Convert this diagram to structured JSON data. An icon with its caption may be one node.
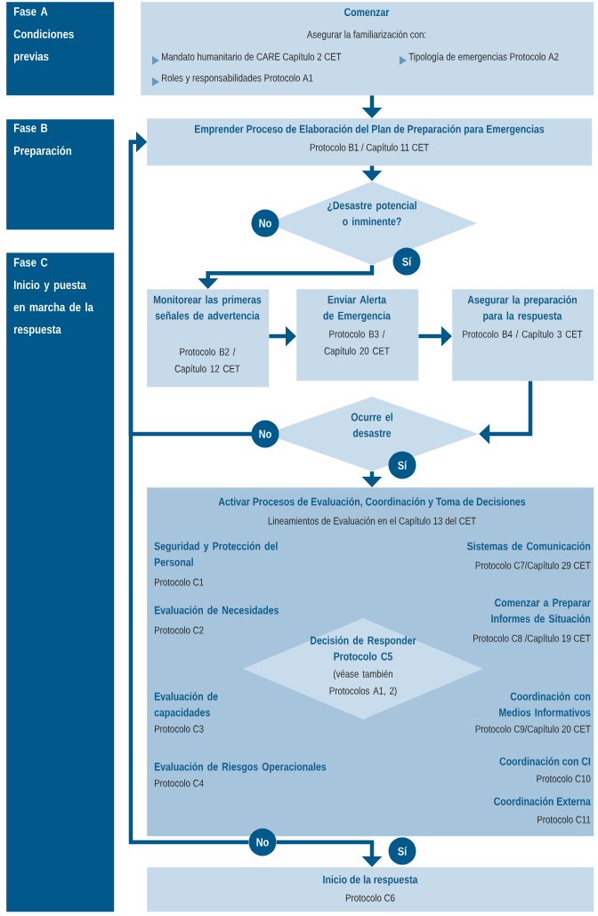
{
  "diagram": {
    "nodes": [
      {
        "text": [
          "Fase A",
          "Condiciones previas"
        ]
      },
      {
        "text": [
          "Fase B",
          "Preparación"
        ]
      },
      {
        "text": [
          "Fase C",
          "Inicio y puesta en marcha de la respuesta"
        ]
      },
      {
        "text": [
          "Comenzar",
          "Asegurar la familiarización con:",
          "Mandato humanitario de CARE Capítulo 2 CET",
          "Tipología de emergencias Protocolo A2",
          "Roles y responsabilidades Protocolo A1"
        ]
      },
      {
        "text": [
          "Emprender Proceso de Elaboración del Plan de Preparación para Emergencias",
          "Protocolo B1 / Capítulo 11 CET"
        ]
      },
      {
        "text": [
          "¿Desastre potencial o inminente?"
        ]
      },
      {
        "text": [
          "No"
        ]
      },
      {
        "text": [
          "Monitorear las primeras señales de advertencia",
          "Protocolo B2 / Capítulo 12 CET"
        ]
      },
      {
        "text": [
          "Enviar Alerta de Emergencia",
          "Protocolo B3 / Capítulo 20 CET"
        ]
      },
      {
        "text": [
          "Asegurar la preparación para la respuesta",
          "Protocolo B4 / Capítulo 3 CET"
        ]
      },
      {
        "text": [
          "Ocurre el desastre"
        ]
      },
      {
        "text": [
          "Activar Procesos de Evaluación, Coordinación y Toma de Decisiones",
          "Lineamientos de Evaluación en el Capítulo 13 del CET",
          "Seguridad y Protección del Personal",
          "Protocolo C1",
          "Evaluación de Necesidades",
          "Protocolo C2",
          "Evaluación de capacidades",
          "Protocolo C3",
          "Evaluación de Riesgos Operacionales",
          "Protocolo C4",
          "Sistemas de Comunicación",
          "Protocolo C7/Capítulo 29 CET",
          "Comenzar a Preparar Informes de Situación",
          "Protocolo C8 /Capítulo 19 CET",
          "Coordinación con Medios Informativos",
          "Protocolo C9/Capítulo 20 CET",
          "Coordinación con CI",
          "Protocolo C10",
          "Coordinación Externa",
          "Protocolo C11"
        ]
      },
      {
        "text": [
          "Decisión de Responder Protocolo C5",
          "(véase también Protocolos A1, 2)"
        ],
        "in": 11
      },
      {
        "text": [
          "No"
        ]
      },
      {
        "text": [
          "Sí"
        ]
      },
      {
        "text": [
          "Inicio de la respuesta",
          "Protocolo C6"
        ]
      }
    ],
    "edges": [
      {
        "from": 3,
        "to": 4,
        "arrow": "to"
      },
      {
        "from": 4,
        "to": 5,
        "arrow": "to"
      },
      {
        "from": 5,
        "to": 7,
        "arrow": "to",
        "label": "Sí"
      },
      {
        "from": 7,
        "to": 8,
        "arrow": "to"
      },
      {
        "from": 8,
        "to": 9,
        "arrow": "to"
      },
      {
        "from": 9,
        "to": 10,
        "arrow": "to"
      },
      {
        "from": 10,
        "to": 4,
        "arrow": "to",
        "label": "No"
      },
      {
        "from": 10,
        "to": 11,
        "arrow": "to",
        "label": "Sí"
      },
      {
        "from": 13,
        "to": 15,
        "arrow": "to"
      },
      {
        "from": 13,
        "to": 4,
        "arrow": "to"
      }
    ]
  }
}
